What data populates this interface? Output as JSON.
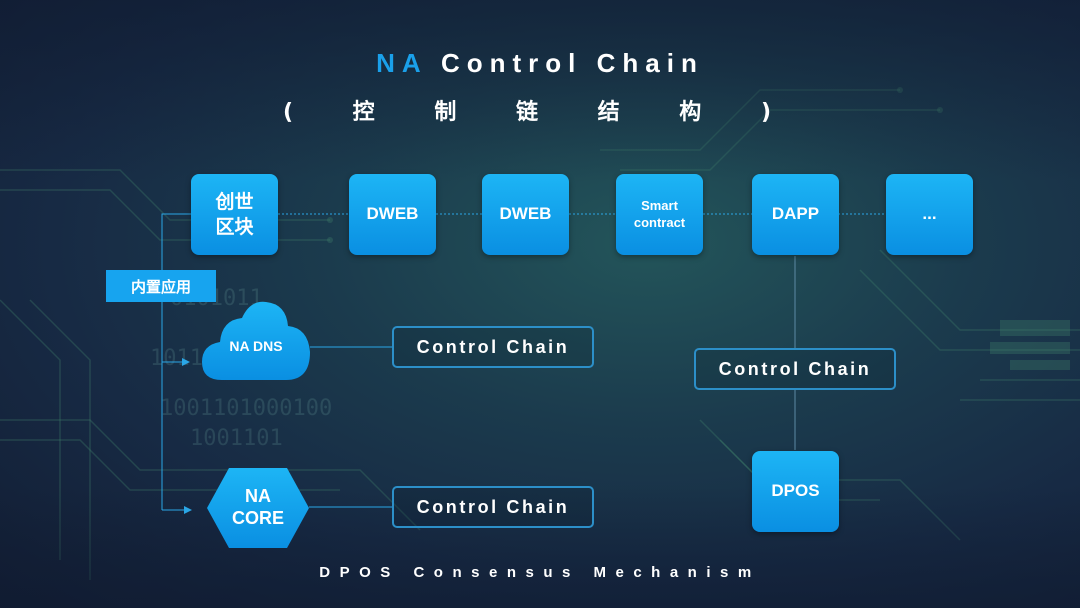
{
  "header": {
    "title_accent": "NA",
    "title_rest": " Control Chain",
    "subtitle": "( 控 制 链 结 构 )"
  },
  "chain": {
    "genesis_label": "创世\n区块",
    "blocks": [
      "DWEB",
      "DWEB",
      "Smart\ncontract",
      "DAPP",
      "..."
    ]
  },
  "builtin_label": "内置应用",
  "na_dns": {
    "label": "NA DNS",
    "control_chain": "Control Chain"
  },
  "na_core": {
    "label": "NA\nCORE",
    "control_chain": "Control Chain"
  },
  "dapp_branch": {
    "control_chain": "Control Chain",
    "dpos_label": "DPOS"
  },
  "footer": {
    "text": "DPOS Consensus Mechanism"
  },
  "colors": {
    "accent": "#1aa0ea",
    "box_top": "#1db5f5",
    "box_bottom": "#0a8fe2",
    "border": "#2c8fc8",
    "connector": "#2aa6e6"
  }
}
